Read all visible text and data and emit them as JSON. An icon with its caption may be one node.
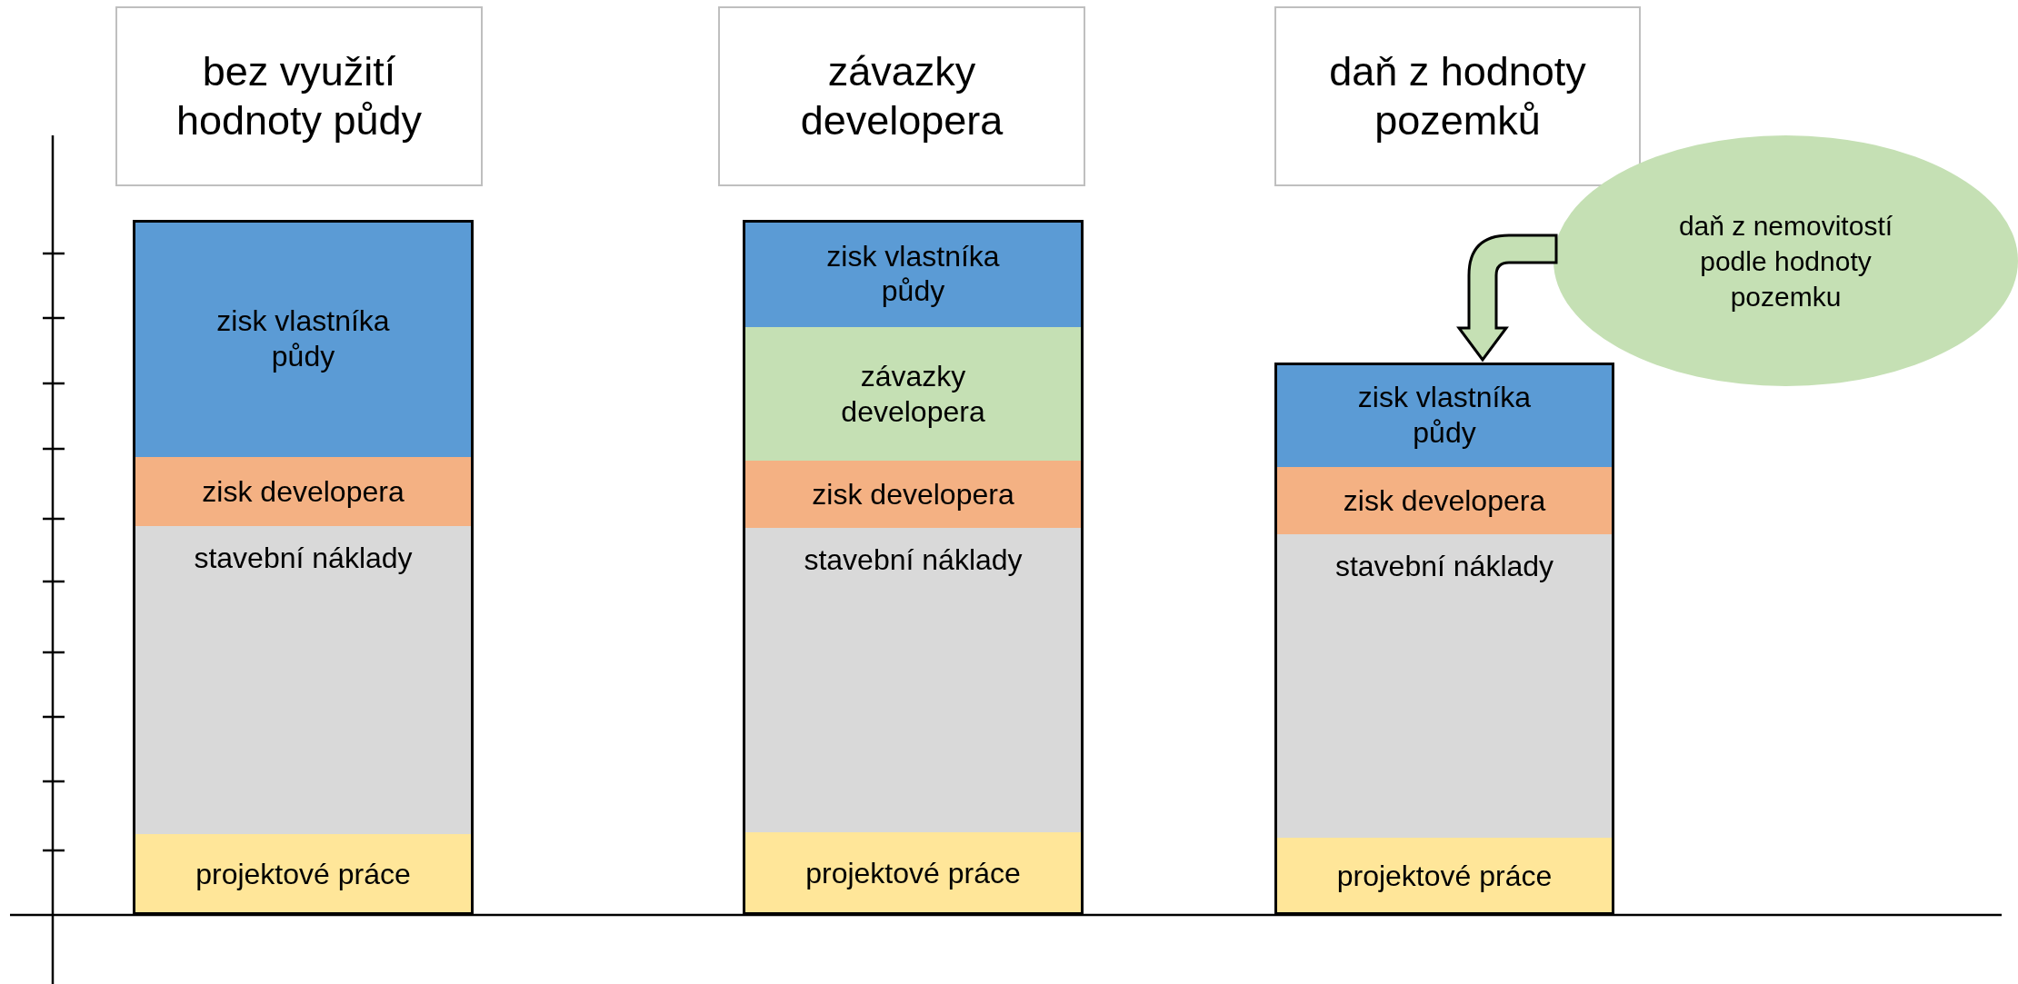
{
  "diagram": {
    "nodes": [
      {
        "text": [
          "bez využití hodnoty půdy"
        ]
      },
      {
        "text": [
          "závazky developera"
        ]
      },
      {
        "text": [
          "daň z hodnoty pozemků"
        ]
      },
      {
        "text": [],
        "shape": "bar"
      },
      {
        "text": [
          "zisk vlastníka půdy"
        ],
        "in": 3
      },
      {
        "text": [
          "zisk developera"
        ],
        "in": 3
      },
      {
        "text": [
          "stavební náklady"
        ],
        "in": 3
      },
      {
        "text": [
          "projektové práce"
        ],
        "in": 3
      },
      {
        "text": [],
        "shape": "bar"
      },
      {
        "text": [
          "zisk vlastníka půdy"
        ],
        "in": 8
      },
      {
        "text": [
          "závazky developera"
        ],
        "in": 8
      },
      {
        "text": [
          "zisk developera"
        ],
        "in": 8
      },
      {
        "text": [
          "stavební náklady"
        ],
        "in": 8
      },
      {
        "text": [
          "projektové práce"
        ],
        "in": 8
      },
      {
        "text": [
          "daň z nemovitostí podle hodnoty pozemku"
        ]
      },
      {
        "text": [],
        "shape": "bar"
      },
      {
        "text": [
          "zisk vlastníka půdy"
        ],
        "in": 15
      },
      {
        "text": [
          "zisk developera"
        ],
        "in": 15
      },
      {
        "text": [
          "stavební náklady"
        ],
        "in": 15
      },
      {
        "text": [
          "projektové práce"
        ],
        "in": 15
      }
    ],
    "edges": [
      {
        "from": 14,
        "to": 15,
        "arrow": "to",
        "style": "thick"
      }
    ]
  }
}
